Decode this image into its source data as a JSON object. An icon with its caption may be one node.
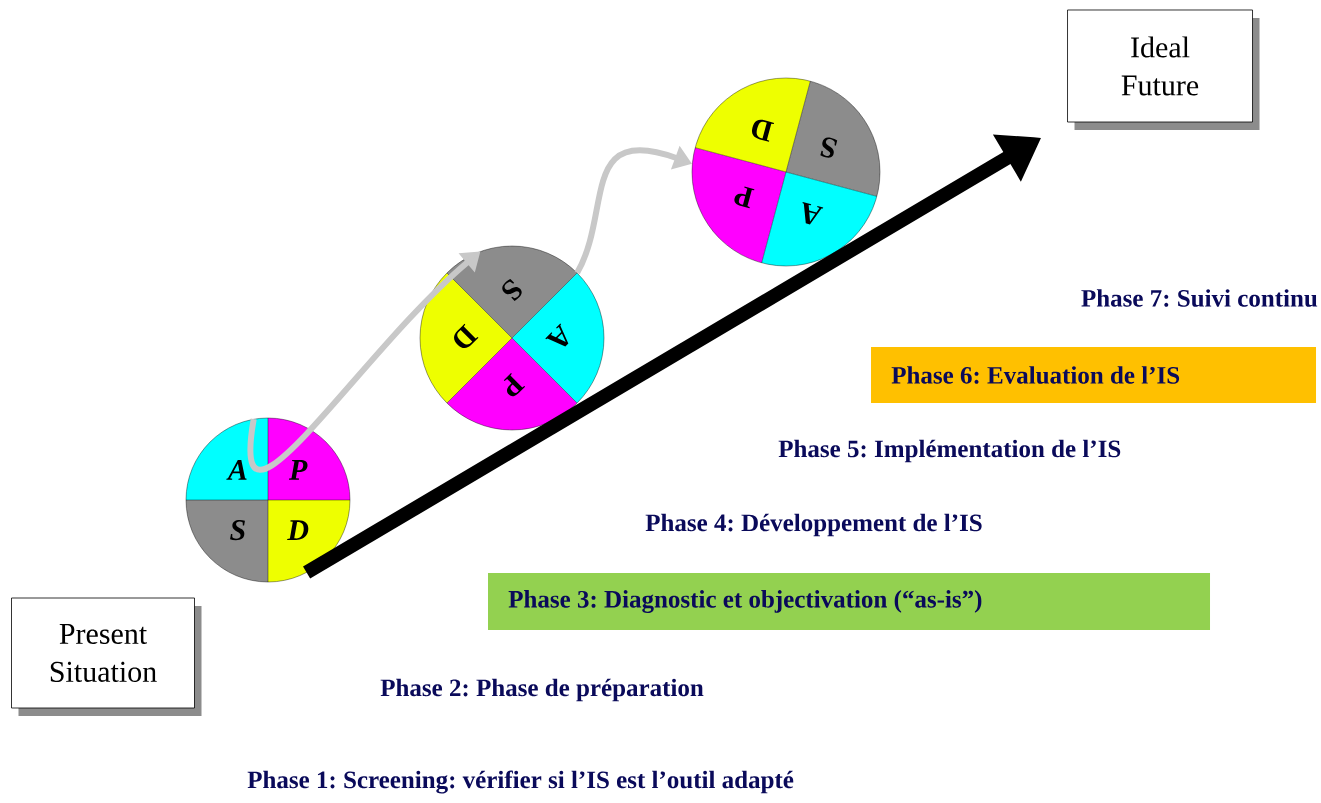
{
  "diagram": {
    "nodes": [
      {
        "text": [
          "Present Situation"
        ]
      },
      {
        "text": [
          "P",
          "D",
          "S",
          "A"
        ]
      },
      {
        "text": [
          "P",
          "D",
          "S",
          "A"
        ]
      },
      {
        "text": [
          "P",
          "D",
          "S",
          "A"
        ]
      },
      {
        "text": [
          "Ideal Future"
        ]
      },
      {
        "text": [
          "Phase 3: Diagnostic et objectivation (“as-is”)"
        ]
      },
      {
        "text": [
          "Phase 6: Evaluation de l’IS"
        ]
      }
    ],
    "edges": [
      {
        "from": 1,
        "to": 4,
        "arrow": "to",
        "style": "thick",
        "color": "#000000"
      },
      {
        "from": 1,
        "to": 2,
        "arrow": "to",
        "color": "#c8c8c8"
      },
      {
        "from": 2,
        "to": 3,
        "arrow": "to",
        "color": "#c8c8c8"
      }
    ],
    "labels": [
      "Phase 7: Suivi continu",
      "Phase 5: Implémentation de l’IS",
      "Phase 4: Développement de l’IS",
      "Phase 2: Phase de préparation",
      "Phase 1: Screening: vérifier si l’IS est l’outil adapté"
    ]
  }
}
